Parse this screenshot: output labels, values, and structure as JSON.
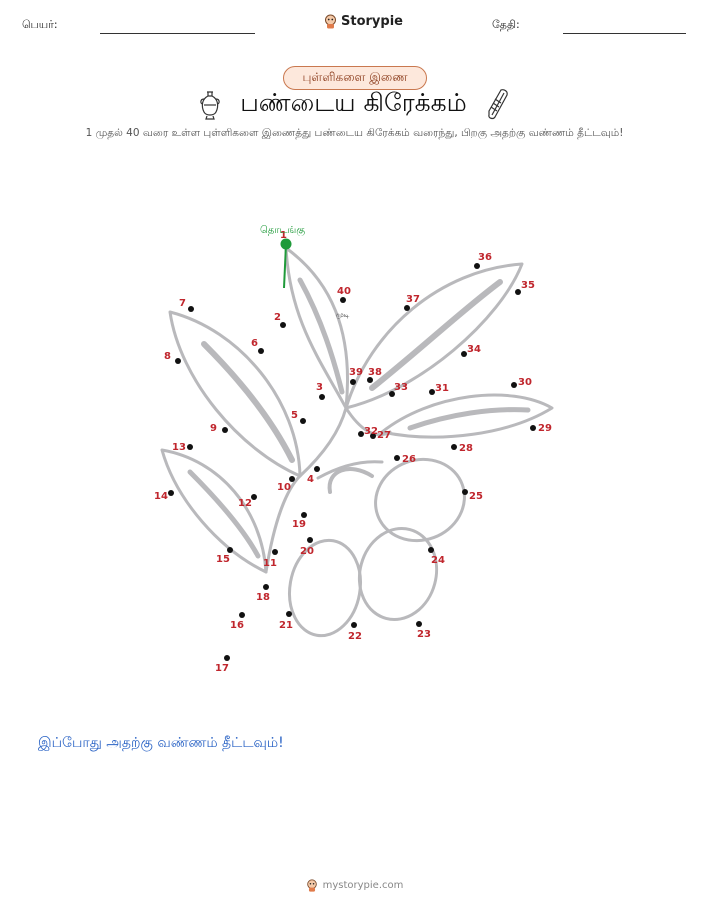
{
  "header": {
    "name_label": "பெயர்:",
    "brand": "Storypie",
    "date_label": "தேதி:"
  },
  "badge": "புள்ளிகளை இணை",
  "title": "பண்டைய கிரேக்கம்",
  "subtitle": "1 முதல் 40 வரை உள்ள புள்ளிகளை இணைத்து பண்டைய கிரேக்கம் வரைந்து, பிறகு அதற்கு வண்ணம் தீட்டவும்!",
  "start_label": "தொடங்கு",
  "end_label": "முடி",
  "color_note": "இப்போது அதற்கு வண்ணம் தீட்டவும்!",
  "footer": "mystorypie.com",
  "colors": {
    "dot": "#111111",
    "number": "#c0262d",
    "start": "#1f9a3a",
    "outline": "#b9b9bc",
    "accent_blue": "#2a63c5"
  },
  "dots": [
    {
      "n": "1"
    },
    {
      "n": "2"
    },
    {
      "n": "3"
    },
    {
      "n": "4"
    },
    {
      "n": "5"
    },
    {
      "n": "6"
    },
    {
      "n": "7"
    },
    {
      "n": "8"
    },
    {
      "n": "9"
    },
    {
      "n": "10"
    },
    {
      "n": "11"
    },
    {
      "n": "12"
    },
    {
      "n": "13"
    },
    {
      "n": "14"
    },
    {
      "n": "15"
    },
    {
      "n": "16"
    },
    {
      "n": "17"
    },
    {
      "n": "18"
    },
    {
      "n": "19"
    },
    {
      "n": "20"
    },
    {
      "n": "21"
    },
    {
      "n": "22"
    },
    {
      "n": "23"
    },
    {
      "n": "24"
    },
    {
      "n": "25"
    },
    {
      "n": "26"
    },
    {
      "n": "27"
    },
    {
      "n": "28"
    },
    {
      "n": "29"
    },
    {
      "n": "30"
    },
    {
      "n": "31"
    },
    {
      "n": "32"
    },
    {
      "n": "33"
    },
    {
      "n": "34"
    },
    {
      "n": "35"
    },
    {
      "n": "36"
    },
    {
      "n": "37"
    },
    {
      "n": "38"
    },
    {
      "n": "39"
    },
    {
      "n": "40"
    }
  ]
}
